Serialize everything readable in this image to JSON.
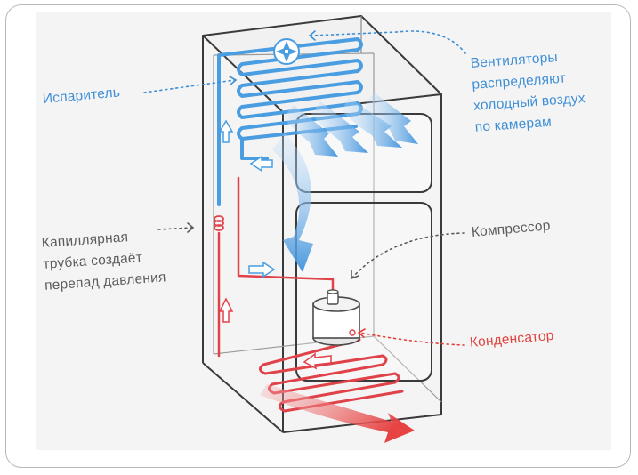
{
  "labels": {
    "evaporator": "Испаритель",
    "fans": [
      "Вентиляторы",
      "распределяют",
      "холодный воздух",
      "по камерам"
    ],
    "capillary": [
      "Капиллярная",
      "трубка создаёт",
      "перепад давления"
    ],
    "compressor": "Компрессор",
    "condenser": "Конденсатор"
  },
  "colors": {
    "blue_text": "#3f8fd6",
    "gray_text": "#5c5c5c",
    "red_text": "#e0433e",
    "cold_pipe": "#4a9de0",
    "hot_pipe": "#e0424a",
    "outline": "#3a3a3a"
  },
  "icons": [
    "fan-icon",
    "up-arrow-icon",
    "left-arrow-icon",
    "right-arrow-icon"
  ]
}
